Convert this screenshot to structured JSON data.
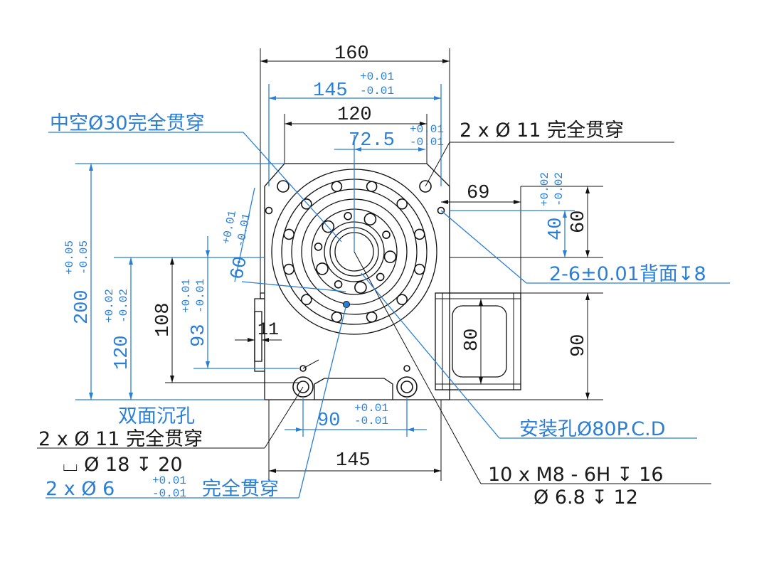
{
  "colors": {
    "black": "#111111",
    "blue": "#2a7fd4"
  },
  "dims": {
    "w160": "160",
    "w145_top": "145",
    "w145_top_tol_plus": "+0.01",
    "w145_top_tol_minus": "-0.01",
    "w120": "120",
    "w72_5": "72.5",
    "w72_5_tol_plus": "+0.01",
    "w72_5_tol_minus": "-0.01",
    "w69": "69",
    "h60_right": "60",
    "h40": "40",
    "h40_tol_plus": "+0.02",
    "h40_tol_minus": "-0.02",
    "h90_right": "90",
    "h80": "80",
    "h200": "200",
    "h200_tol_plus": "+0.05",
    "h200_tol_minus": "-0.05",
    "h120": "120",
    "h120_tol_plus": "+0.02",
    "h120_tol_minus": "-0.02",
    "h108": "108",
    "h93": "93",
    "h93_tol_plus": "+0.01",
    "h93_tol_minus": "-0.01",
    "h60_left": "60",
    "h60_tol_plus": "+0.01",
    "h60_tol_minus": "-0.01",
    "w11": "11",
    "w90_bottom": "90",
    "w90_tol_plus": "+0.01",
    "w90_tol_minus": "-0.01",
    "w145_bottom": "145"
  },
  "notes": {
    "hollow": "中空Ø30完全贯穿",
    "holes_top_right": "2 x Ø 11 完全贯穿",
    "pin_back": "2-6±0.01背面↧8",
    "counterbore_title": "双面沉孔",
    "holes_bottom_left": "2 x Ø 11 完全贯穿",
    "counterbore_spec": "⌴ Ø 18 ↧ 20",
    "pin_bottom_prefix": "2 x Ø 6",
    "pin_bottom_tol_plus": "+0.01",
    "pin_bottom_tol_minus": "-0.01",
    "pin_bottom_suffix": "完全贯穿",
    "mount_pcd": "安装孔Ø80P.C.D",
    "thread_spec": "10 x  M8 - 6H ↧ 16",
    "drill_spec": "Ø 6.8 ↧ 12"
  }
}
